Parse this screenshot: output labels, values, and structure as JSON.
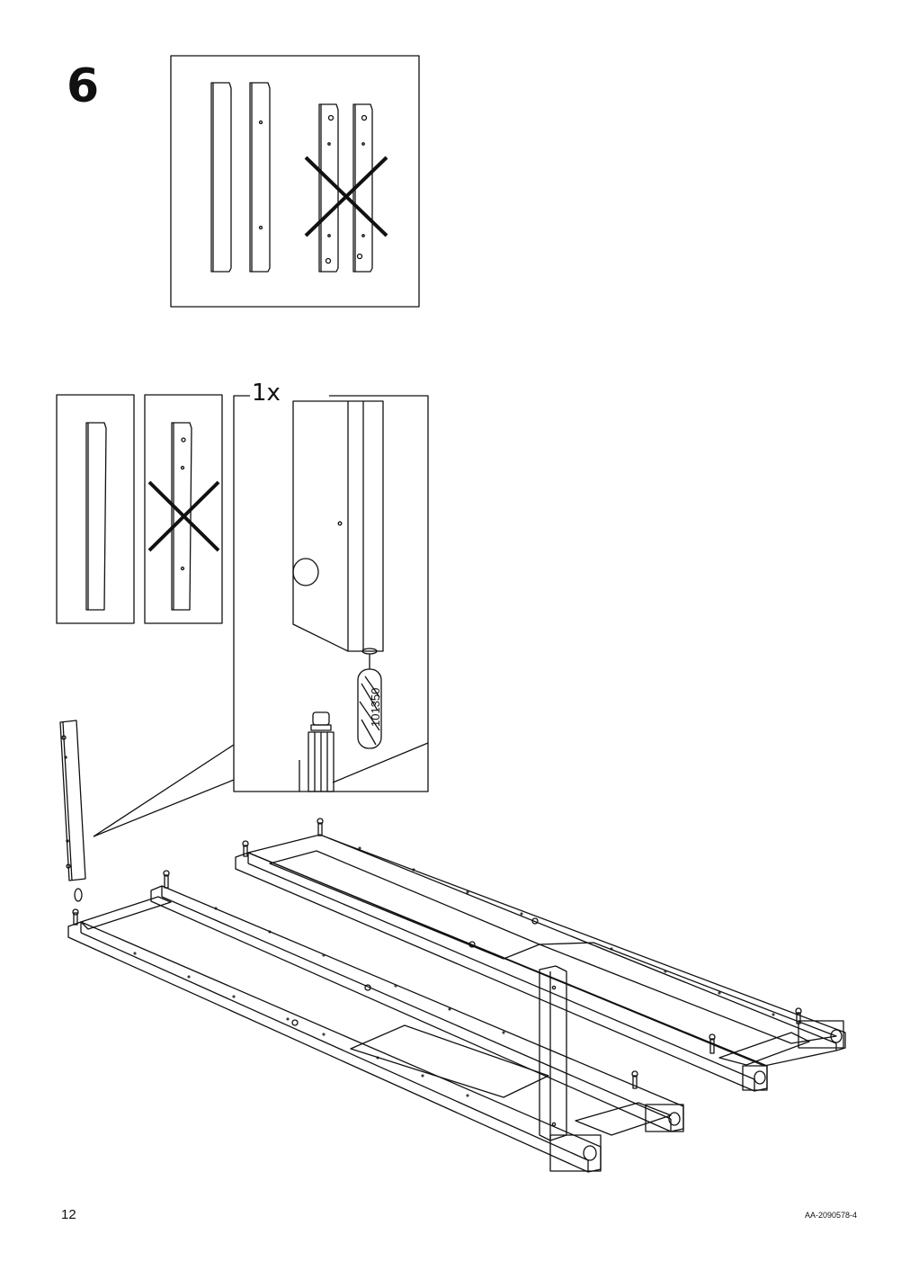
{
  "instruction_page": {
    "step_number": "6",
    "quantity_label": "1x",
    "part_number": "101350",
    "page_number": "12",
    "document_code": "AA-2090578-4",
    "icons": [
      "correct-leg-icon",
      "incorrect-leg-icon",
      "cross-mark-icon",
      "wooden-dowel-icon",
      "assembly-frame-icon"
    ],
    "colors": {
      "ink": "#111111",
      "paper": "#ffffff"
    }
  }
}
